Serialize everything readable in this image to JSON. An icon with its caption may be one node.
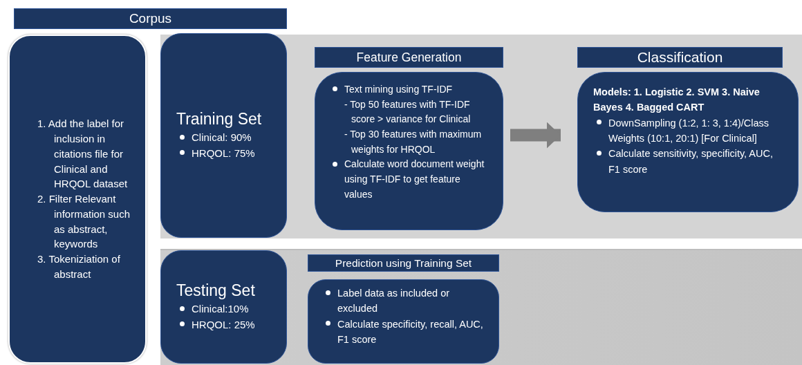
{
  "diagram": {
    "nodes": [
      {
        "text": [
          "Corpus"
        ]
      },
      {
        "text": [
          "1. Add the label for inclusion in citations file for Clinical and HRQOL dataset",
          "2. Filter Relevant information such as abstract, keywords",
          "3. Tokeniziation of abstract"
        ]
      },
      {
        "text": [
          "Training Set",
          "Clinical: 90%",
          "HRQOL: 75%"
        ]
      },
      {
        "text": [
          "Feature Generation",
          "Text mining using TF-IDF",
          "- Top 50 features with TF-IDF score > variance for Clinical",
          "- Top 30 features with maximum weights for HRQOL",
          "Calculate word document weight using TF-IDF to get feature values"
        ]
      },
      {
        "text": [
          "Classification",
          "Models: 1. Logistic 2. SVM 3. Naive Bayes 4. Bagged CART",
          "DownSampling (1:2, 1: 3, 1:4)/Class Weights (10:1, 20:1) [For Clinical]",
          "Calculate sensitivity, specificity, AUC, F1 score"
        ]
      },
      {
        "text": [
          "Testing Set",
          "Clinical:10%",
          "HRQOL: 25%"
        ]
      },
      {
        "text": [
          "Prediction using Training Set",
          "Label data as included or excluded",
          "Calculate specificity, recall, AUC, F1 score"
        ]
      }
    ],
    "edges": [
      {
        "from": 3,
        "to": 4,
        "arrow": "to"
      }
    ]
  }
}
